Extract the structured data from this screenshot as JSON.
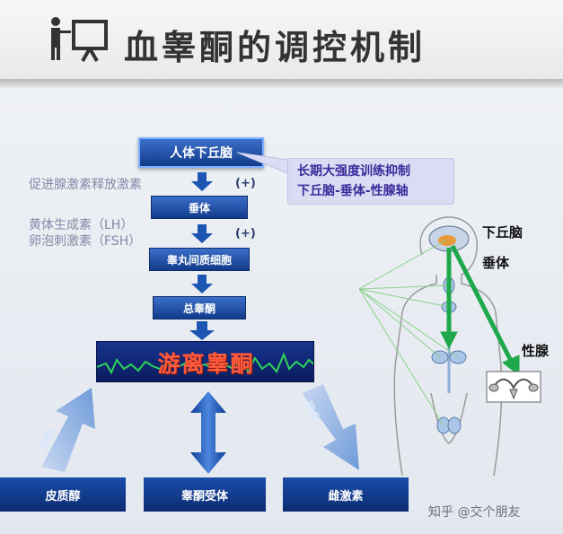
{
  "header": {
    "title": "血睾酮的调控机制"
  },
  "flow": {
    "hypothalamus": "人体下丘脑",
    "pituitary": "垂体",
    "leydig": "睾丸间质细胞",
    "total_t": "总睾酮",
    "free_t": "游离睾酮",
    "plus": "(+)"
  },
  "side": {
    "gnrh": "促进腺激素释放激素",
    "lh": "黄体生成素（LH）",
    "fsh": "卵泡刺激素（FSH）"
  },
  "callout": {
    "line1": "长期大强度训练抑制",
    "line2": "下丘脑-垂体-性腺轴"
  },
  "arrows": {
    "inhibit": "抑制",
    "convert": "转化"
  },
  "bottom": {
    "cortisol": "皮质醇",
    "receptor": "睾酮受体",
    "estrogen": "雌激素"
  },
  "body": {
    "hypothalamus": "下丘脑",
    "pituitary": "垂体",
    "gonad": "性腺"
  },
  "watermark": "知乎 @交个朋友",
  "colors": {
    "flow_blue": "#1a4ca8",
    "callout_text": "#3c2a9b",
    "free_text": "#ff5a3c",
    "pathway_green": "#1fa84a"
  }
}
